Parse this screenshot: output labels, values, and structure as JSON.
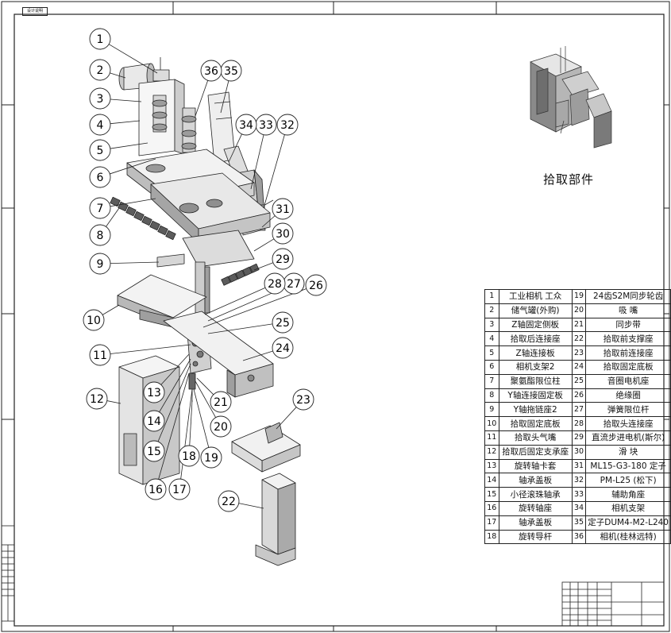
{
  "header_tag": "设计说明",
  "title": "拾取部件",
  "parts": [
    {
      "no": "1",
      "name": "工业相机 工众"
    },
    {
      "no": "2",
      "name": "储气罐(外购)"
    },
    {
      "no": "3",
      "name": "Z轴固定侧板"
    },
    {
      "no": "4",
      "name": "拾取后连接座"
    },
    {
      "no": "5",
      "name": "Z轴连接板"
    },
    {
      "no": "6",
      "name": "相机支架2"
    },
    {
      "no": "7",
      "name": "聚氨酯限位柱"
    },
    {
      "no": "8",
      "name": "Y轴连接固定板"
    },
    {
      "no": "9",
      "name": "Y轴拖链座2"
    },
    {
      "no": "10",
      "name": "拾取固定底板"
    },
    {
      "no": "11",
      "name": "拾取头气嘴"
    },
    {
      "no": "12",
      "name": "拾取后固定支承座"
    },
    {
      "no": "13",
      "name": "旋转轴卡套"
    },
    {
      "no": "14",
      "name": "轴承盖板"
    },
    {
      "no": "15",
      "name": "小径滚珠轴承"
    },
    {
      "no": "16",
      "name": "旋转轴座"
    },
    {
      "no": "17",
      "name": "轴承盖板"
    },
    {
      "no": "18",
      "name": "旋转导杆"
    },
    {
      "no": "19",
      "name": "24齿S2M同步轮齿"
    },
    {
      "no": "20",
      "name": "吸 嘴"
    },
    {
      "no": "21",
      "name": "同步带"
    },
    {
      "no": "22",
      "name": "拾取前支撑座"
    },
    {
      "no": "23",
      "name": "拾取前连接座"
    },
    {
      "no": "24",
      "name": "拾取固定底板"
    },
    {
      "no": "25",
      "name": "音圈电机座"
    },
    {
      "no": "26",
      "name": "绝缘圈"
    },
    {
      "no": "27",
      "name": "弹簧限位杆"
    },
    {
      "no": "28",
      "name": "拾取头连接座"
    },
    {
      "no": "29",
      "name": "直流步进电机(斯尔)"
    },
    {
      "no": "30",
      "name": "滑 块"
    },
    {
      "no": "31",
      "name": "ML15-G3-180 定子"
    },
    {
      "no": "32",
      "name": "PM-L25 (松下)"
    },
    {
      "no": "33",
      "name": "辅助角座"
    },
    {
      "no": "34",
      "name": "相机支架"
    },
    {
      "no": "35",
      "name": "定子DUM4-M2-L240"
    },
    {
      "no": "36",
      "name": "相机(桂林远特)"
    }
  ],
  "colors": {
    "line": "#222222",
    "fill_light": "#f4f4f4",
    "fill_mid": "#d9d9d9",
    "fill_dark": "#9a9a9a"
  }
}
